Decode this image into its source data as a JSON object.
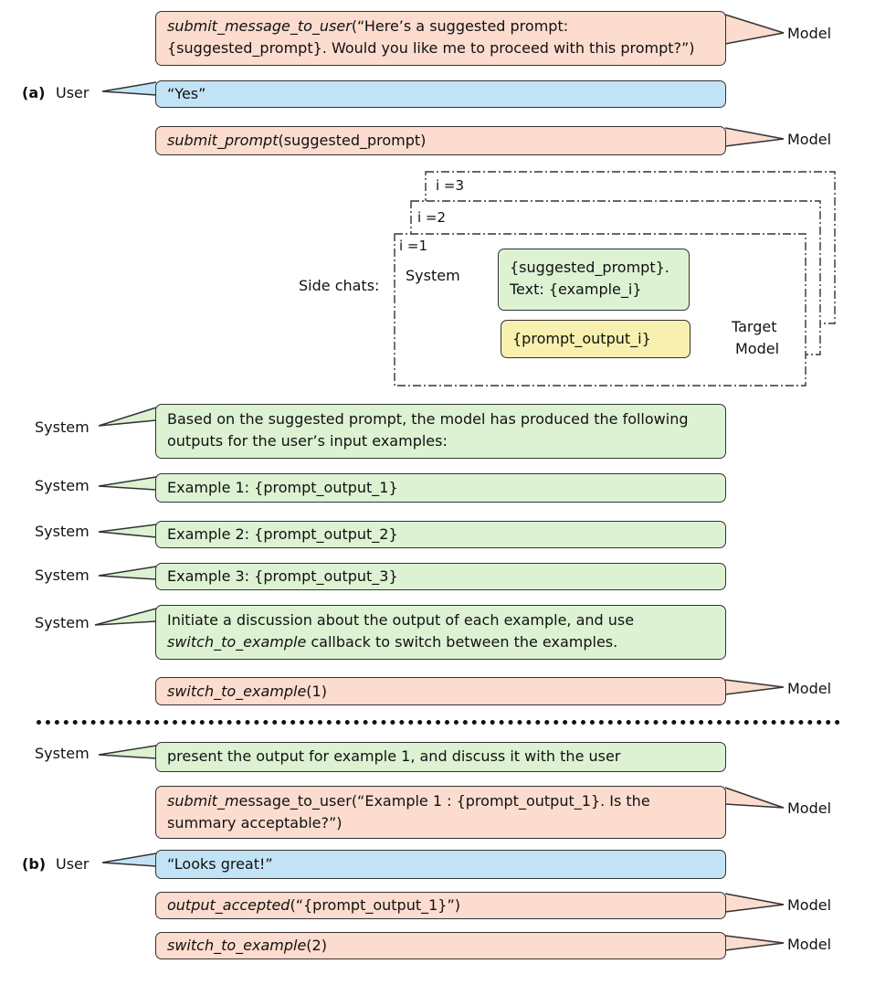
{
  "section_a": {
    "tag": "(a)",
    "user_label": "User",
    "messages": {
      "m1_fn": "submit_message_to_user",
      "m1_text": "(“Here’s a suggested prompt:",
      "m1_text2": "{suggested_prompt}. Would you like me to proceed with this prompt?”)",
      "u1": "“Yes”",
      "m2_fn": "submit_prompt",
      "m2_text": "(suggested_prompt)"
    },
    "side_chats": {
      "label": "Side chats:",
      "i1": "i =1",
      "i2": "i =2",
      "i3": "i =3",
      "system_label": "System",
      "sys_line1": "{suggested_prompt}.",
      "sys_line2": "Text: {example_i}",
      "target_msg": "{prompt_output_i}",
      "target_label1": "Target",
      "target_label2": "Model"
    },
    "s1_line1": "Based on the suggested prompt, the model has produced the following",
    "s1_line2": "outputs for the user’s input examples:",
    "s2": "Example 1: {prompt_output_1}",
    "s3": "Example 2: {prompt_output_2}",
    "s4": "Example 3: {prompt_output_3}",
    "s5_line1": "Initiate a discussion about the output of each example, and use",
    "s5_fn": "switch_to_example",
    "s5_line2": " callback to switch between the examples.",
    "m3_fn": "switch_to_example",
    "m3_text": "(1)"
  },
  "section_b": {
    "tag": "(b)",
    "user_label": "User",
    "s1": "present the output for example 1, and discuss it with the user",
    "m1_fn": "submit_m",
    "m1_text": "essage_to_user(“Example 1 : {prompt_output_1}. Is the",
    "m1_text2": "summary acceptable?”)",
    "u1": "“Looks great!”",
    "m2_fn": "output_accepted",
    "m2_text": "(“{prompt_output_1}”)",
    "m3_fn": "switch_to_example",
    "m3_text": "(2)"
  },
  "labels": {
    "model": "Model",
    "system": "System"
  }
}
